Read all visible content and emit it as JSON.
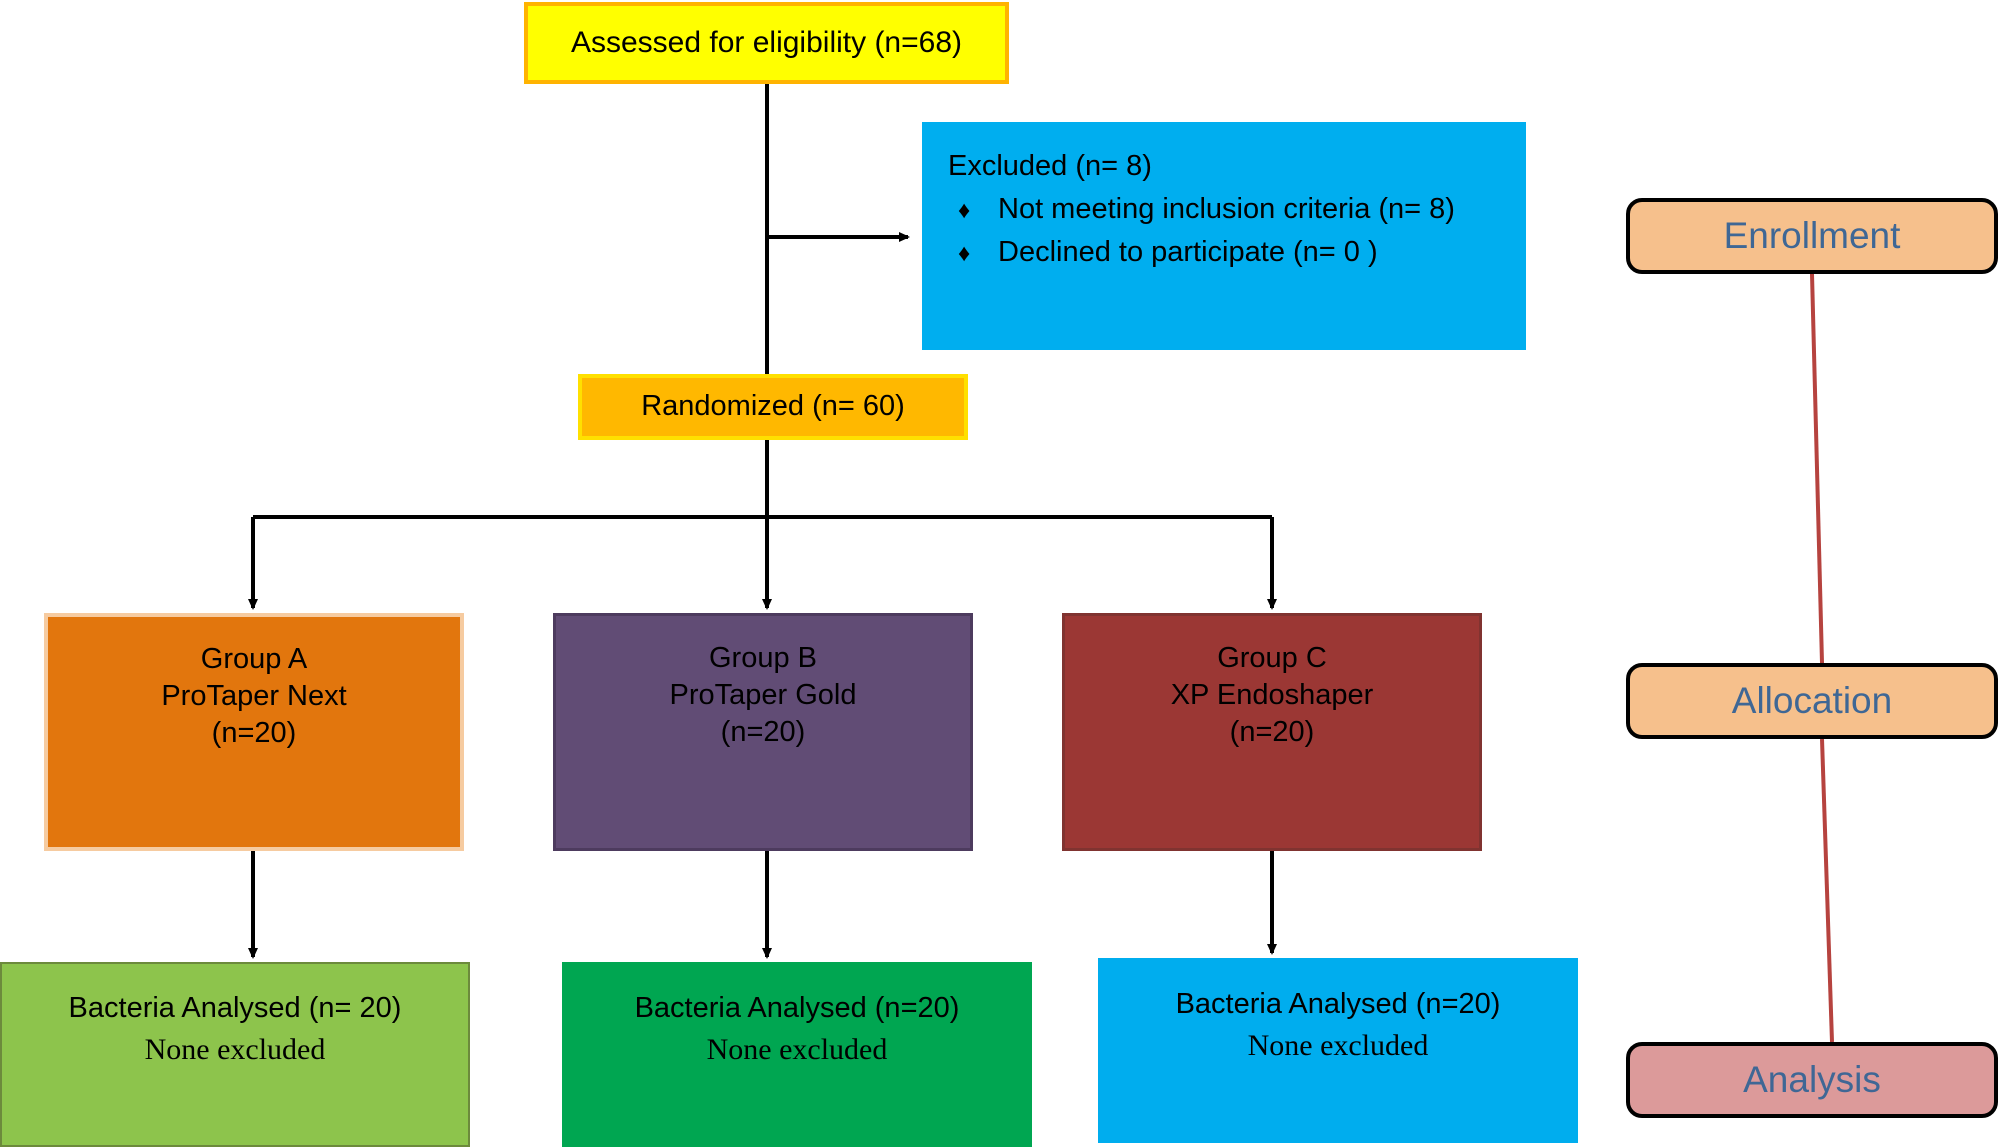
{
  "diagram": {
    "type": "consort-flow-diagram",
    "title": "CONSORT participant flow",
    "background": "#FFFFFF"
  },
  "enrollment": {
    "assessed": {
      "label": "Assessed for eligibility (n=68)",
      "n": 68,
      "fill": "#FFFF00",
      "border": "#FFB300"
    },
    "excluded": {
      "heading": "Excluded (n= 8)",
      "n": 8,
      "bullet_marker": "♦",
      "reasons": [
        {
          "label": "Not meeting inclusion criteria (n= 8)",
          "n": 8
        },
        {
          "label": "Declined to participate (n= 0 )",
          "n": 0
        }
      ],
      "fill": "#00AEEF"
    },
    "randomized": {
      "label": "Randomized (n= 60)",
      "n": 60,
      "fill": "#FFB800",
      "border": "#FFE000"
    }
  },
  "allocation": {
    "groups": [
      {
        "id": "group-a",
        "line1": "Group A",
        "line2": "ProTaper Next",
        "line3": "(n=20)",
        "n": 20,
        "fill": "#E2760D",
        "border": "#F6CBA0"
      },
      {
        "id": "group-b",
        "line1": "Group B",
        "line2": "ProTaper Gold",
        "line3": "(n=20)",
        "n": 20,
        "fill": "#614C75",
        "border": "#4D3B5E"
      },
      {
        "id": "group-c",
        "line1": "Group C",
        "line2": "XP Endoshaper",
        "line3": "(n=20)",
        "n": 20,
        "fill": "#9B3734",
        "border": "#803330"
      }
    ]
  },
  "analysis": {
    "boxes": [
      {
        "id": "analysed-a",
        "line1": "Bacteria Analysed (n= 20)",
        "line2": "None excluded",
        "n": 20,
        "fill": "#8DC44C",
        "border": "#6C8A3C"
      },
      {
        "id": "analysed-b",
        "line1": "Bacteria Analysed (n=20)",
        "line2": "None excluded",
        "n": 20,
        "fill": "#00A651",
        "border": "#00A651"
      },
      {
        "id": "analysed-c",
        "line1": "Bacteria Analysed (n=20)",
        "line2": "None excluded",
        "n": 20,
        "fill": "#00ADEE",
        "border": "#00ADEE"
      }
    ]
  },
  "stages": [
    {
      "id": "enrollment",
      "label": "Enrollment",
      "fill": "#F6C08C",
      "text_color": "#3F6795"
    },
    {
      "id": "allocation",
      "label": "Allocation",
      "fill": "#F6C08C",
      "text_color": "#3F6795"
    },
    {
      "id": "analysis",
      "label": "Analysis",
      "fill": "#DC9A9A",
      "text_color": "#3F6795"
    }
  ],
  "connectors": {
    "arrow_color": "#000000",
    "stage_rail_color": "#B6433F"
  }
}
